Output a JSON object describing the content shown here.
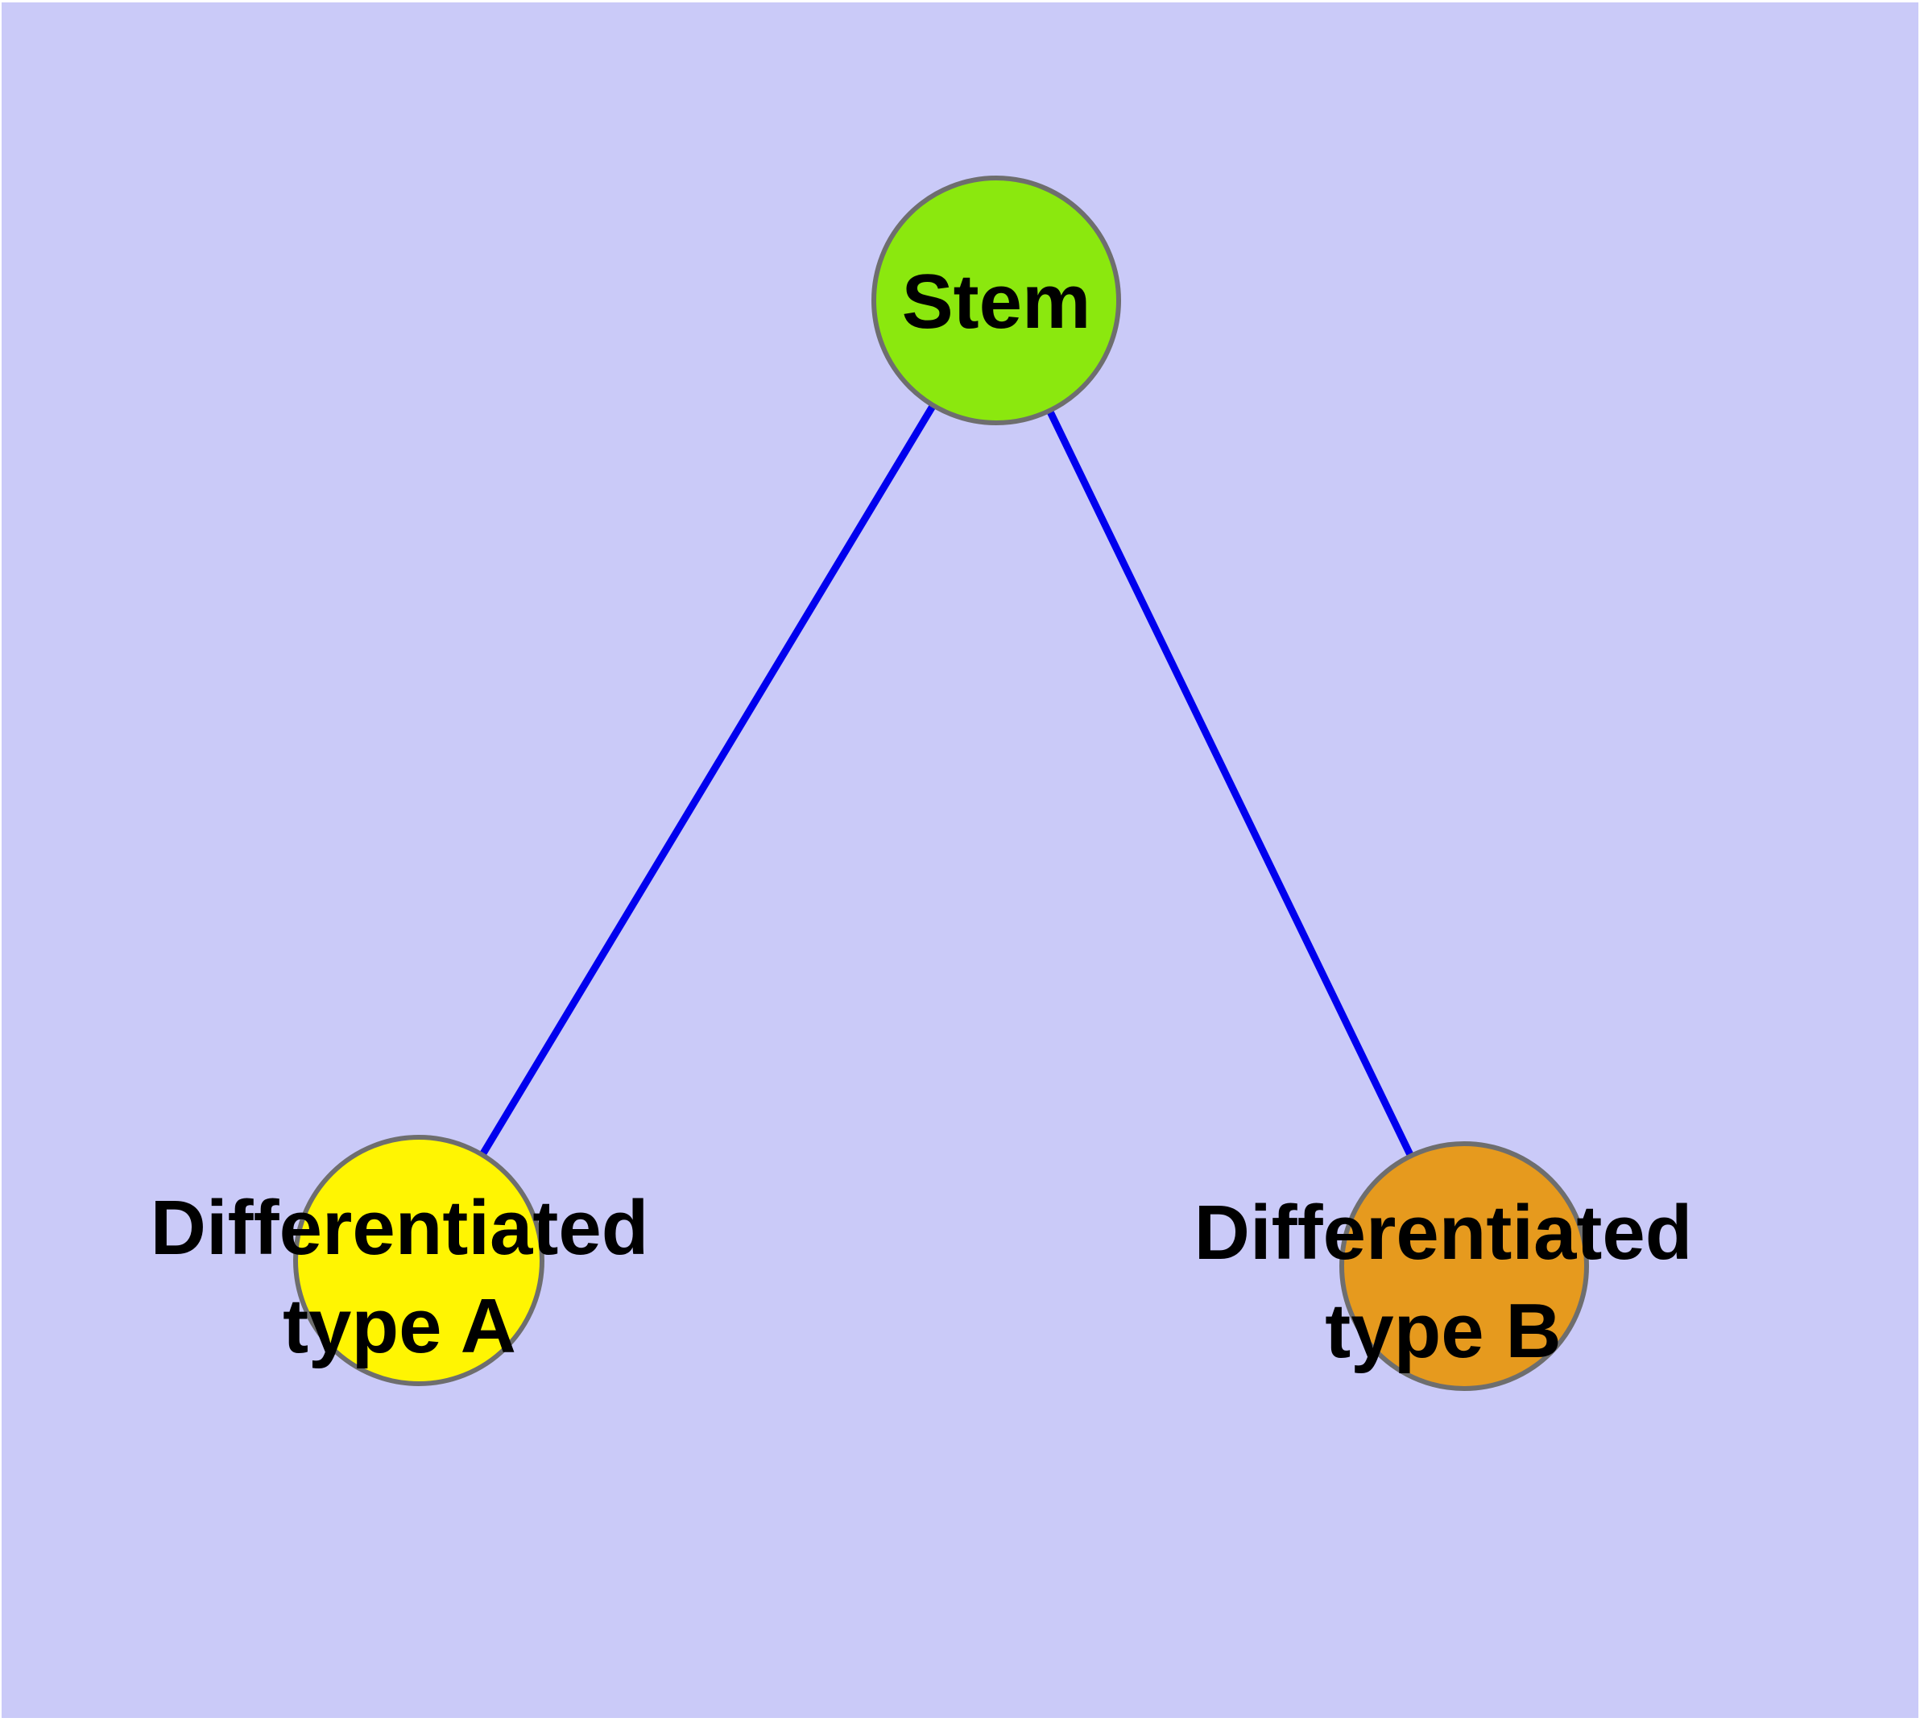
{
  "diagram": {
    "background_color": "#CACAF8",
    "page_margin_color": "#FFFFFF",
    "edge_color": "#0000EE",
    "node_border_color": "#6E6E6E",
    "label_color": "#000000",
    "nodes": [
      {
        "id": "stem",
        "label": "Stem",
        "color": "#8BE80E"
      },
      {
        "id": "typeA",
        "label": "Differentiated\ntype A",
        "color": "#FFF502"
      },
      {
        "id": "typeB",
        "label": "Differentiated\ntype B",
        "color": "#E69A1E"
      }
    ],
    "edges": [
      {
        "from": "stem",
        "to": "typeA"
      },
      {
        "from": "stem",
        "to": "typeB"
      }
    ]
  }
}
